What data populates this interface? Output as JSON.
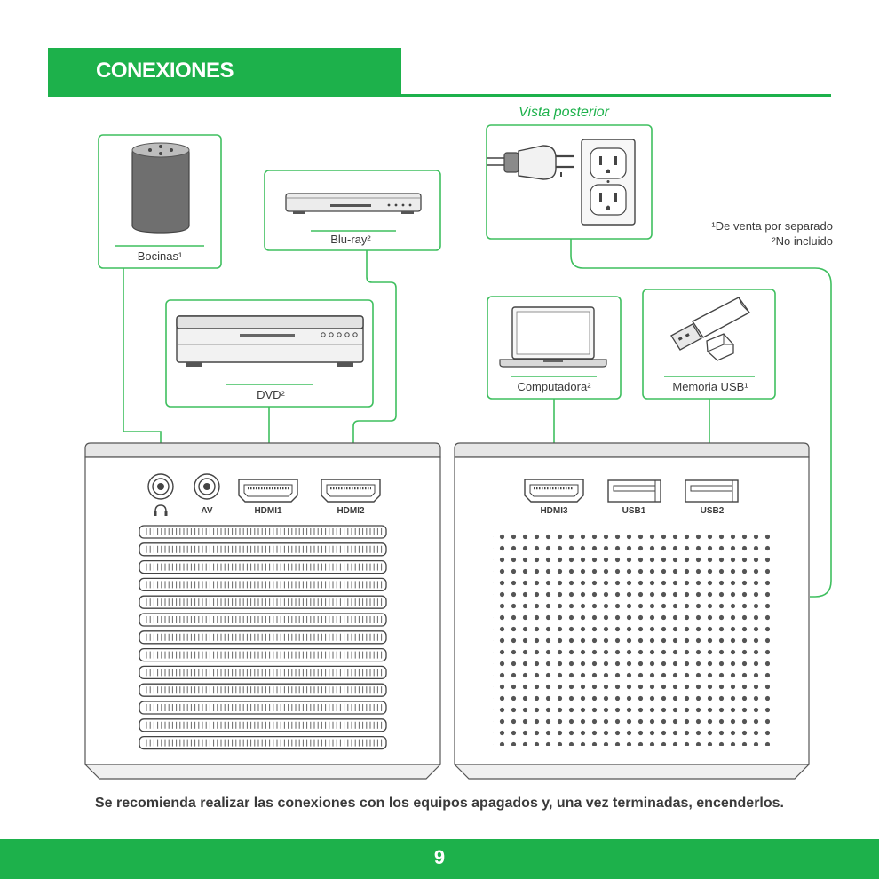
{
  "header": {
    "title": "CONEXIONES"
  },
  "rear_view_label": "Vista posterior",
  "footnotes": {
    "note1": "¹De venta por separado",
    "note2": "²No incluido"
  },
  "devices": {
    "speakers": "Bocinas¹",
    "bluray": "Blu-ray²",
    "dvd": "DVD²",
    "computer": "Computadora²",
    "usb_memory": "Memoria USB¹"
  },
  "ports": {
    "av": "AV",
    "hdmi1": "HDMI1",
    "hdmi2": "HDMI2",
    "hdmi3": "HDMI3",
    "usb1": "USB1",
    "usb2": "USB2"
  },
  "recommendation": "Se recomienda realizar las conexiones con los equipos apagados y, una vez terminadas, encenderlos.",
  "page_number": "9",
  "colors": {
    "accent": "#1db14b",
    "line": "#3fbf5f",
    "text": "#3a3a3a"
  },
  "icons": [
    "speaker-icon",
    "bluray-player-icon",
    "dvd-player-icon",
    "power-plug-icon",
    "wall-outlet-icon",
    "laptop-icon",
    "usb-stick-icon",
    "headphone-icon"
  ]
}
